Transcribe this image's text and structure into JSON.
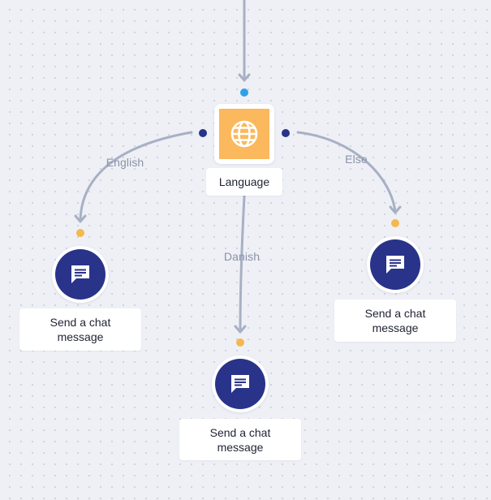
{
  "canvas": {
    "background": "#eef0f6",
    "edge_color": "#a8b0c4",
    "colors": {
      "input_port": "#2aa3ea",
      "output_port": "#283389",
      "child_input_port": "#f6b84c",
      "language_tile": "#fbb85d",
      "chat_tile": "#283389"
    }
  },
  "nodes": {
    "language": {
      "label": "Language",
      "icon": "globe-icon"
    },
    "english_branch": {
      "label_line1": "Send a chat",
      "label_line2": "message",
      "icon": "chat-message-icon"
    },
    "danish_branch": {
      "label_line1": "Send a chat",
      "label_line2": "message",
      "icon": "chat-message-icon"
    },
    "else_branch": {
      "label_line1": "Send a chat",
      "label_line2": "message",
      "icon": "chat-message-icon"
    }
  },
  "edges": {
    "english": "English",
    "danish": "Danish",
    "else": "Else"
  }
}
